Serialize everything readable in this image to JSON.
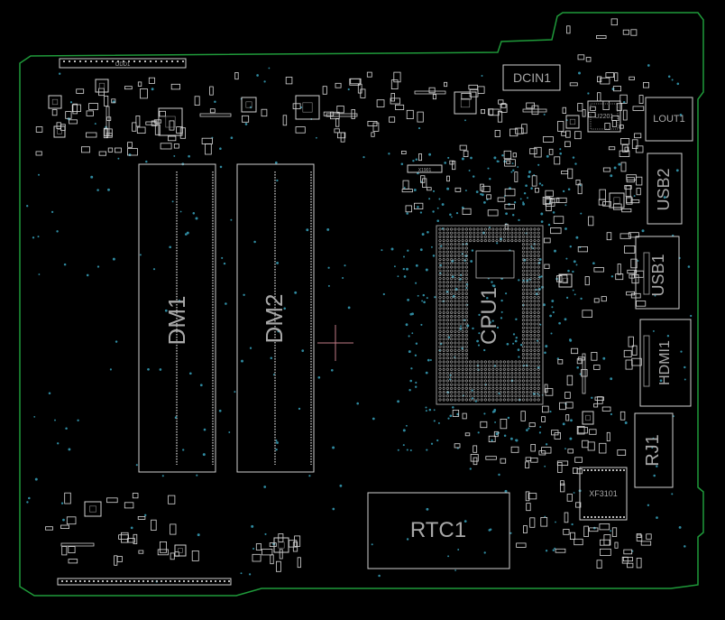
{
  "board": {
    "outline_color": "#1f9a3a",
    "silk_color": "#d0d0d0",
    "via_color": "#2f8aa0",
    "cursor_color": "#c07a86",
    "background": "#000000"
  },
  "components": {
    "odd": "ODD1",
    "dcin": "DCIN1",
    "u2201": "U2201",
    "lout": "LOUT1",
    "usb2": "USB2",
    "usb1": "USB1",
    "hdmi": "HDMI1",
    "rj": "RJ1",
    "xf": "XF3101",
    "cpu": "CPU1",
    "dm1": "DM1",
    "dm2": "DM2",
    "rtc": "RTC1",
    "x1901": "X1901"
  }
}
